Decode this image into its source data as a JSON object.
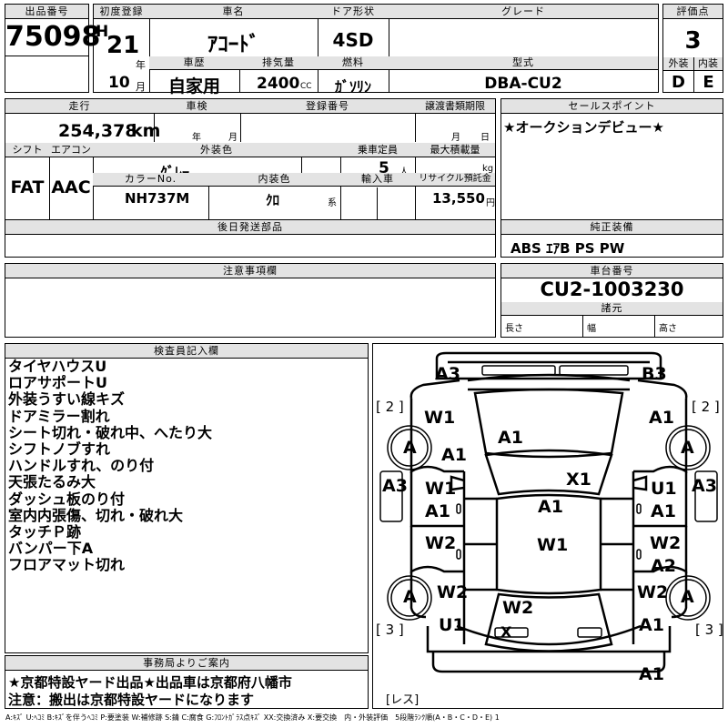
{
  "lot": {
    "label": "出品番号",
    "value": "75098"
  },
  "first_reg": {
    "label": "初度登録",
    "era": "H",
    "year": "21",
    "year_unit": "年",
    "month": "10",
    "month_unit": "月"
  },
  "car_name": {
    "label": "車名",
    "value": "ｱｺｰﾄﾞ"
  },
  "door": {
    "label": "ドア形状",
    "value": "4SD"
  },
  "grade": {
    "label": "グレード",
    "value": ""
  },
  "score": {
    "label": "評価点",
    "value": "3",
    "ext_label": "外装",
    "int_label": "内装",
    "ext": "D",
    "int": "E"
  },
  "history": {
    "label": "車歴",
    "value": "自家用"
  },
  "displacement": {
    "label": "排気量",
    "value": "2400",
    "unit": "CC"
  },
  "fuel": {
    "label": "燃料",
    "value": "ｶﾞｿﾘﾝ"
  },
  "model": {
    "label": "型式",
    "value": "DBA-CU2"
  },
  "mileage": {
    "label": "走行",
    "value": "254,378",
    "unit": "km"
  },
  "inspection": {
    "label": "車検",
    "year_unit": "年",
    "month_unit": "月"
  },
  "reg_no": {
    "label": "登録番号",
    "value": ""
  },
  "transfer": {
    "label": "譲渡書類期限",
    "month_unit": "月",
    "day_unit": "日"
  },
  "sales_point": {
    "label": "セールスポイント",
    "value": "★オークションデビュー★"
  },
  "shift": {
    "label": "シフト",
    "value": "FAT"
  },
  "aircon": {
    "label": "エアコン",
    "value": "AAC"
  },
  "ext_color": {
    "label": "外装色",
    "value": "ｸﾞﾚｰ"
  },
  "capacity": {
    "label": "乗車定員",
    "value": "5",
    "unit": "人"
  },
  "max_load": {
    "label": "最大積載量",
    "value": "",
    "unit": "kg"
  },
  "color_no": {
    "label": "カラーNo.",
    "value": "NH737M"
  },
  "int_color": {
    "label": "内装色",
    "value": "ｸﾛ",
    "unit": "系"
  },
  "import": {
    "label": "輸入車",
    "value": ""
  },
  "recycle": {
    "label": "リサイクル預託金",
    "value": "13,550",
    "unit": "円"
  },
  "later_parts": {
    "label": "後日発送部品",
    "value": ""
  },
  "equipment": {
    "label": "純正装備",
    "value": "ABS ｴｱB PS PW"
  },
  "caution": {
    "label": "注意事項欄",
    "value": ""
  },
  "chassis": {
    "label": "車台番号",
    "value": "CU2-1003230"
  },
  "dims": {
    "label": "諸元",
    "length": "長さ",
    "width": "幅",
    "height": "高さ"
  },
  "inspector": {
    "label": "検査員記入欄",
    "notes": [
      "タイヤハウスU",
      "ロアサポートU",
      "外装うすい線キズ",
      "ドアミラー割れ",
      "シート切れ・破れ中、へたり大",
      "シフトノブすれ",
      "ハンドルすれ、のり付",
      "天張たるみ大",
      "ダッシュ板のり付",
      "室内内張傷、切れ・破れ大",
      "タッチＰ跡",
      "バンパー下A",
      "フロアマット切れ"
    ]
  },
  "office": {
    "label": "事務局よりご案内",
    "lines": [
      "★京都特設ヤード出品★出品車は京都府八幡市",
      "注意：搬出は京都特設ヤードになります"
    ]
  },
  "diagram": {
    "bracket_left": "[ 2 ]",
    "bracket_right": "[ 2 ]",
    "bracket_bl": "[ 3 ]",
    "bracket_br": "[ 3 ]",
    "les": "[レス]",
    "labels": {
      "a3_top": "A3",
      "b3_top": "B3",
      "w1_fl": "W1",
      "a1_fr": "A1",
      "tire_fl": "A",
      "tire_fr": "A",
      "a1_hood_left": "A1",
      "a1_hood": "A1",
      "a3_left": "A3",
      "a3_right": "A3",
      "x1": "X1",
      "w1_front_door_left": "W1",
      "a1_front_door_left": "A1",
      "u1_front_door_right": "U1",
      "a1_front_door_right": "A1",
      "a1_roof": "A1",
      "w1_roof": "W1",
      "w2_rear_door_left": "W2",
      "w2_rear_door_right": "W2",
      "a2_rear_door_right": "A2",
      "w2_rl": "W2",
      "w2_rr": "W2",
      "tire_rl": "A",
      "tire_rr": "A",
      "w2_trunk": "W2",
      "u1_rl": "U1",
      "a1_rr": "A1",
      "x_rear": "X",
      "a1_bottom": "A1"
    }
  },
  "legend": "A:ｷｽﾞ U:ﾍｺﾐ B:ｷｽﾞを伴うﾍｺﾐ P:要塗装 W:補修跡 S:錆 C:腐食 G:ﾌﾛﾝﾄｶﾞﾗｽ点ｷｽﾞ XX:交換済み X:要交換　内・外装評価　5段階ﾗﾝｸ順(A・B・C・D・E) 1"
}
